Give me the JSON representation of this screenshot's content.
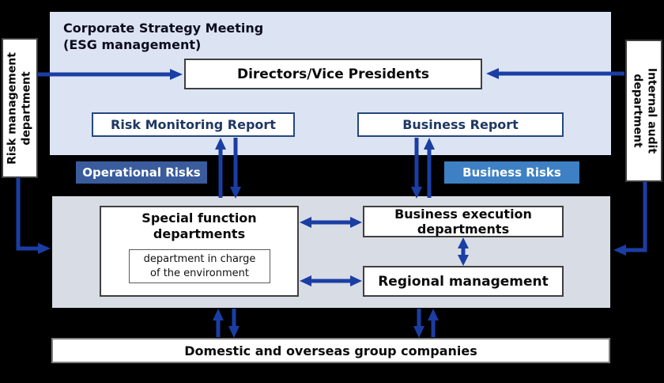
{
  "colors": {
    "bg": "#000000",
    "panel-top": "#dce4f3",
    "panel-bottom": "#d8dce5",
    "arrow": "#1a3ea3",
    "navy-text": "#1f3864",
    "navy-border": "#26477e",
    "operational-fill": "#3a5c9d",
    "business-fill": "#3e80c3",
    "box-border": "#3f3f3f",
    "text-dark": "#0c0c1e"
  },
  "top_panel": {
    "title": "Corporate Strategy Meeting\n(ESG management)",
    "directors": "Directors/Vice Presidents",
    "risk_monitoring_report": "Risk Monitoring Report",
    "business_report": "Business Report"
  },
  "risk_labels": {
    "operational": "Operational Risks",
    "business": "Business Risks"
  },
  "execution_panel": {
    "special_function": "Special function\ndepartments",
    "environment_dept": "department in charge\nof the environment",
    "business_execution": "Business execution\ndepartments",
    "regional_management": "Regional management"
  },
  "sides": {
    "risk_management": "Risk management\ndepartment",
    "internal_audit": "Internal audit\ndepartment"
  },
  "bottom_bar": {
    "label": "Domestic and overseas group companies"
  }
}
